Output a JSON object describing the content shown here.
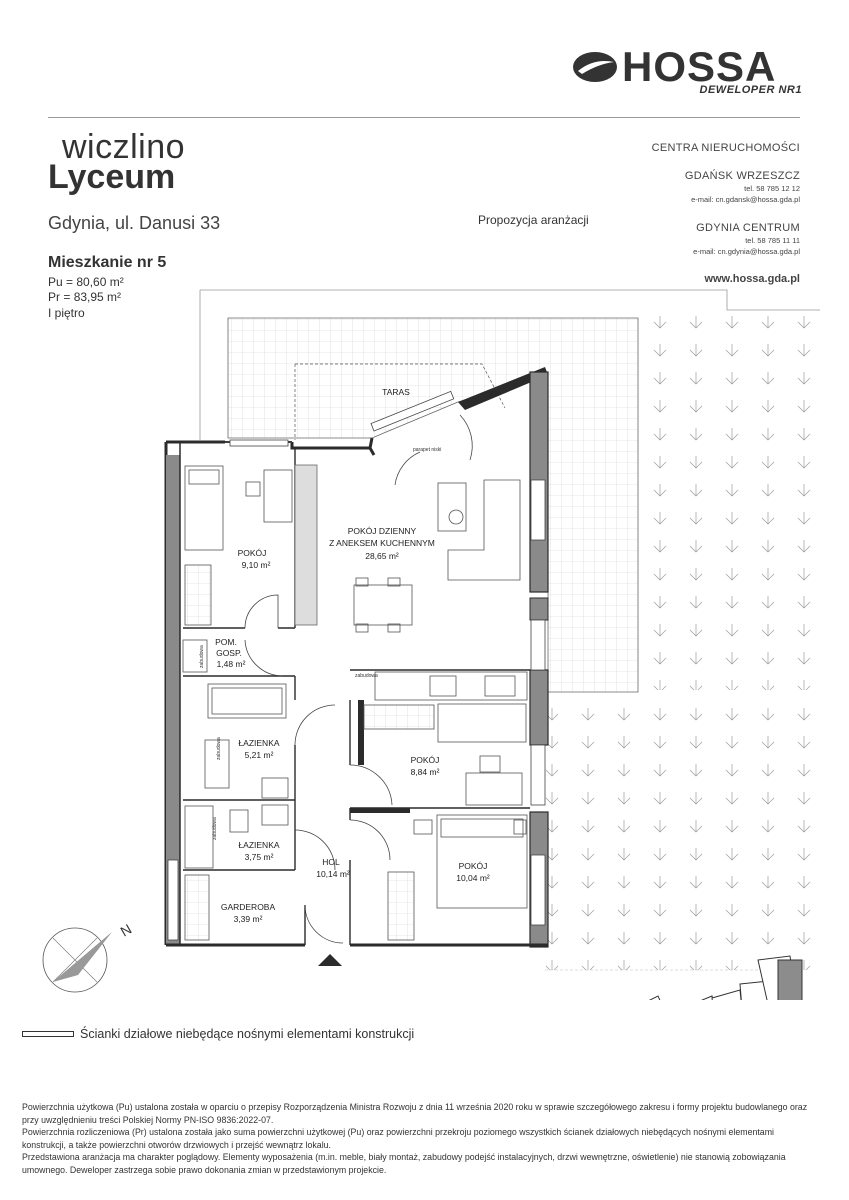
{
  "logo": {
    "word": "HOSSA",
    "sub": "DEWELOPER NR1"
  },
  "brand": {
    "line1": "wiczlino",
    "line2": "Lyceum"
  },
  "address": "Gdynia, ul. Danusi 33",
  "proposal": "Propozycja aranżacji",
  "apartment": {
    "title": "Mieszkanie nr 5",
    "pu_label": "Pu = ",
    "pu_value": "80,60 m²",
    "pr_label": "Pr = ",
    "pr_value": "83,95 m²",
    "floor": "I piętro"
  },
  "contact": {
    "heading": "CENTRA NIERUCHOMOŚCI",
    "office1_name": "GDAŃSK WRZESZCZ",
    "office1_tel": "tel. 58 785 12 12",
    "office1_email": "e-mail: cn.gdansk@hossa.gda.pl",
    "office2_name": "GDYNIA CENTRUM",
    "office2_tel": "tel. 58 785 11 11",
    "office2_email": "e-mail: cn.gdynia@hossa.gda.pl",
    "www": "www.hossa.gda.pl"
  },
  "rooms": {
    "taras": "TARAS",
    "parapet": "parapet niski",
    "pokoj1_name": "POKÓJ",
    "pokoj1_area": "9,10 m²",
    "living_name1": "POKÓJ DZIENNY",
    "living_name2": "Z ANEKSEM KUCHENNYM",
    "living_area": "28,65 m²",
    "gosp_name1": "POM.",
    "gosp_name2": "GOSP.",
    "gosp_area": "1,48 m²",
    "bath1_name": "ŁAZIENKA",
    "bath1_area": "5,21 m²",
    "bath2_name": "ŁAZIENKA",
    "bath2_area": "3,75 m²",
    "pokoj2_name": "POKÓJ",
    "pokoj2_area": "8,84 m²",
    "pokoj3_name": "POKÓJ",
    "pokoj3_area": "10,04 m²",
    "hol_name": "HOL",
    "hol_area": "10,14 m²",
    "garderoba_name": "GARDEROBA",
    "garderoba_area": "3,39 m²",
    "zabudowa": "zabudowa"
  },
  "compass": {
    "north": "N"
  },
  "legend": "Ścianki działowe niebędące nośnymi elementami konstrukcji",
  "footnotes": [
    "Powierzchnia użytkowa (Pu) ustalona została w oparciu o przepisy Rozporządzenia Ministra Rozwoju z dnia 11 września 2020 roku w sprawie szczegółowego zakresu i formy projektu budowlanego oraz przy uwzględnieniu treści Polskiej Normy PN-ISO 9836:2022-07.",
    "Powierzchnia rozliczeniowa (Pr) ustalona została jako suma powierzchni użytkowej (Pu) oraz powierzchni przekroju poziomego wszystkich ścianek działowych niebędących nośnymi elementami konstrukcji, a także powierzchni otworów drzwiowych i przejść wewnątrz lokalu.",
    "Przedstawiona aranżacja ma charakter poglądowy. Elementy wyposażenia (m.in. meble, biały montaż, zabudowy podejść instalacyjnych, drzwi wewnętrzne, oświetlenie) nie stanowią zobowiązania umownego. Deweloper zastrzega sobie prawo dokonania zmian w przedstawionym projekcie."
  ],
  "colors": {
    "wall": "#2b2b2b",
    "wall_grey": "#8a8a8a",
    "text": "#333333",
    "highlight_unit": "#8c8c8c"
  }
}
